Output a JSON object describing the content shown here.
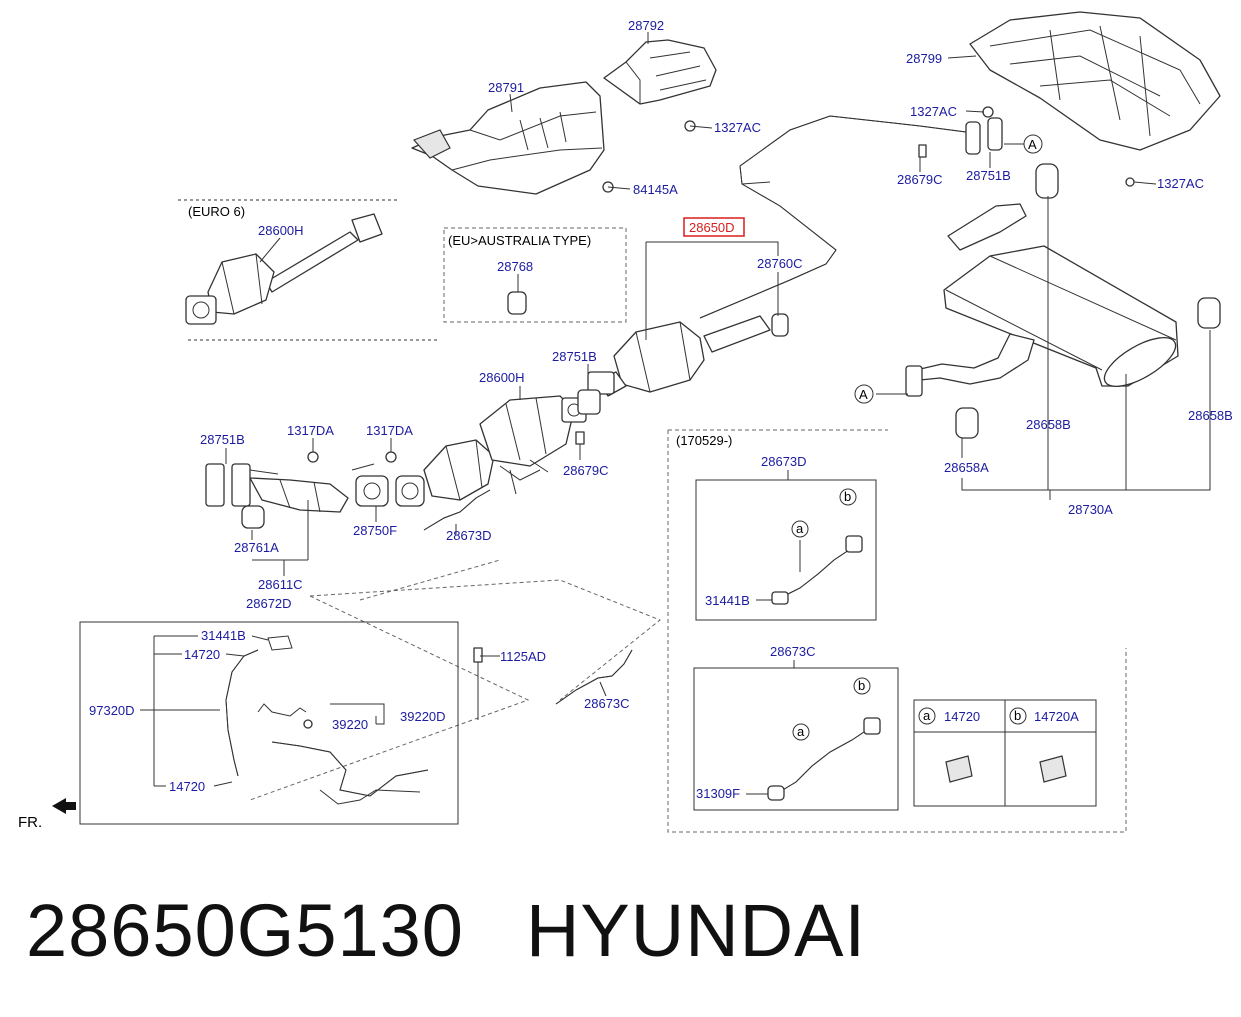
{
  "labels": {
    "l28792": "28792",
    "l28791": "28791",
    "l1327AC_a": "1327AC",
    "l84145A": "84145A",
    "l28799": "28799",
    "l1327AC_b": "1327AC",
    "l28679C_a": "28679C",
    "l28751B_a": "28751B",
    "l1327AC_c": "1327AC",
    "euro6": "(EURO 6)",
    "l28600H_a": "28600H",
    "eu_australia": "(EU>AUSTRALIA TYPE)",
    "l28768": "28768",
    "l28650D": "28650D",
    "l28760C": "28760C",
    "l28751B_b": "28751B",
    "l28600H_b": "28600H",
    "l28751B_c": "28751B",
    "l1317DA_a": "1317DA",
    "l1317DA_b": "1317DA",
    "l28679C_b": "28679C",
    "l28750F": "28750F",
    "l28673D_a": "28673D",
    "l28761A": "28761A",
    "l28611C": "28611C",
    "l28672D": "28672D",
    "l31441B_a": "31441B",
    "l14720_a": "14720",
    "l97320D": "97320D",
    "l39220": "39220",
    "l39220D": "39220D",
    "l14720_b": "14720",
    "l1125AD": "1125AD",
    "l28673C_a": "28673C",
    "date170529": "(170529-)",
    "l28673D_b": "28673D",
    "l31441B_b": "31441B",
    "l28673C_b": "28673C",
    "l31309F": "31309F",
    "l14720_c": "14720",
    "l14720A": "14720A",
    "l28658B_a": "28658B",
    "l28658B_b": "28658B",
    "l28658A": "28658A",
    "l28730A": "28730A",
    "ref_a": "A",
    "ref_b": "A",
    "circ_a1": "a",
    "circ_b1": "b",
    "circ_a2": "a",
    "circ_b2": "b",
    "circ_a3": "a",
    "circ_b3": "b",
    "front": "FR."
  },
  "highlight_color": "#d81e1e",
  "label_color": "#1c1ca0",
  "caption": {
    "part_number": "28650G5130",
    "brand": "HYUNDAI"
  }
}
